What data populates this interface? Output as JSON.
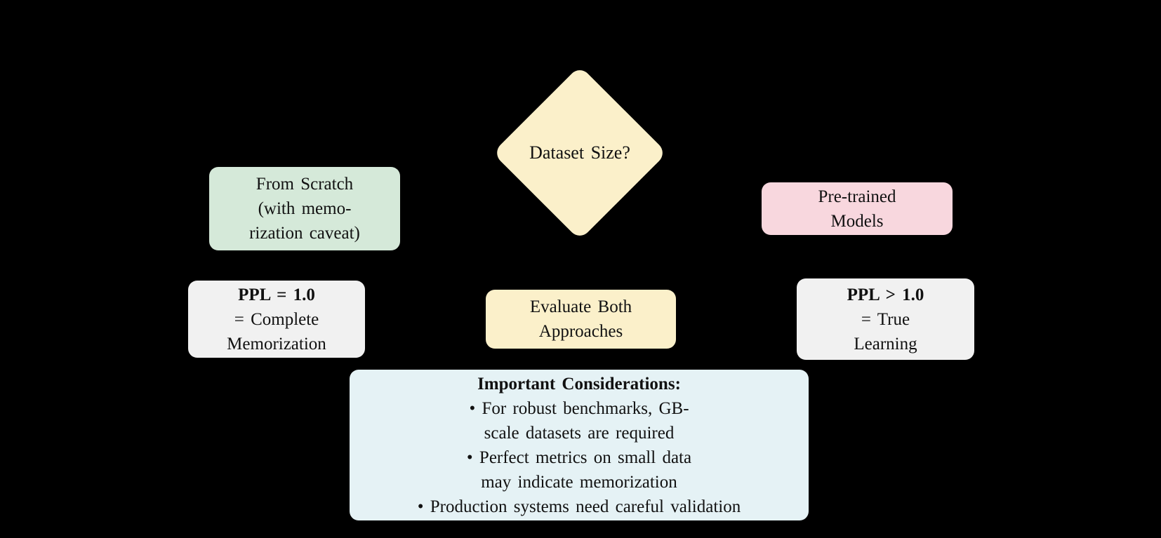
{
  "diagram": {
    "background_color": "#000000",
    "text_color": "#111111",
    "nodes": {
      "decision": {
        "text": "Dataset Size?",
        "fill": "#FBF0CA",
        "shape": "diamond"
      },
      "from_scratch": {
        "lines": [
          "From Scratch",
          "(with memo-",
          "rization caveat)"
        ],
        "fill": "#D5E9D9"
      },
      "pretrained": {
        "lines": [
          "Pre-trained",
          "Models"
        ],
        "fill": "#F8D7DE"
      },
      "ppl_memorization": {
        "title": "PPL = 1.0",
        "lines": [
          "= Complete",
          "Memorization"
        ],
        "fill": "#F1F1F1"
      },
      "evaluate_both": {
        "lines": [
          "Evaluate Both",
          "Approaches"
        ],
        "fill": "#FBF0CA"
      },
      "ppl_learning": {
        "title": "PPL > 1.0",
        "lines": [
          "= True",
          "Learning"
        ],
        "fill": "#F1F1F1"
      },
      "considerations": {
        "title": "Important Considerations:",
        "fill": "#E5F2F5",
        "bullet_lines": [
          "• For robust benchmarks, GB-",
          "scale datasets are required",
          "• Perfect metrics on small data",
          "may indicate memorization",
          "• Production systems need careful validation"
        ]
      }
    }
  }
}
